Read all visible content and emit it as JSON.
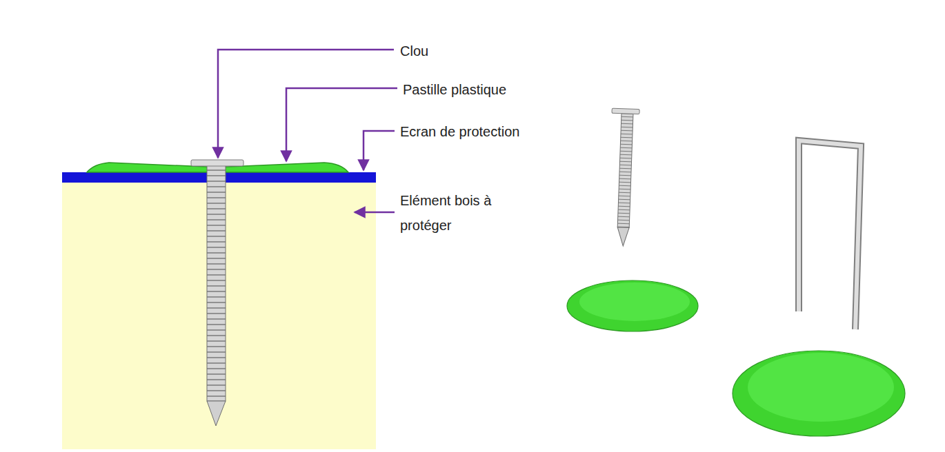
{
  "diagram": {
    "labels": [
      "Clou",
      "Pastille plastique",
      "Ecran de protection",
      "Elément bois à protéger"
    ]
  }
}
